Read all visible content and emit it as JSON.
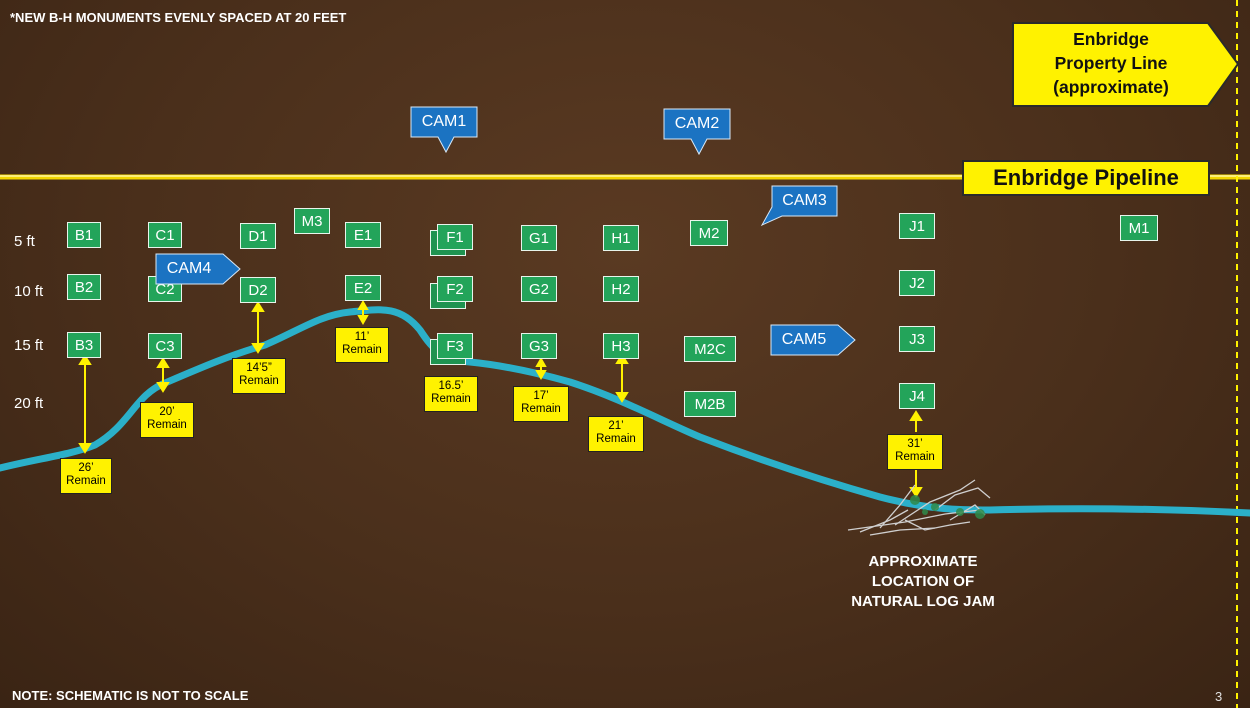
{
  "notes": {
    "top": "*NEW B-H MONUMENTS EVENLY SPACED AT 20 FEET",
    "bottom": "NOTE: SCHEMATIC IS NOT TO SCALE"
  },
  "property_line": {
    "label_lines": [
      "Enbridge",
      "Property Line",
      "(approximate)"
    ]
  },
  "pipeline": {
    "label": "Enbridge Pipeline"
  },
  "depths": [
    "5 ft",
    "10 ft",
    "15 ft",
    "20 ft"
  ],
  "monuments": {
    "B1": "B1",
    "B2": "B2",
    "B3": "B3",
    "C1": "C1",
    "C2": "C2",
    "C3": "C3",
    "D1": "D1",
    "D2": "D2",
    "M3": "M3",
    "E1": "E1",
    "E2": "E2",
    "F1": "F1",
    "F2": "F2",
    "F3": "F3",
    "G1": "G1",
    "G2": "G2",
    "G3": "G3",
    "H1": "H1",
    "H2": "H2",
    "H3": "H3",
    "M2": "M2",
    "M2C": "M2C",
    "M2B": "M2B",
    "J1": "J1",
    "J2": "J2",
    "J3": "J3",
    "J4": "J4",
    "M1": "M1"
  },
  "cameras": {
    "cam1": "CAM1",
    "cam2": "CAM2",
    "cam3": "CAM3",
    "cam4": "CAM4",
    "cam5": "CAM5"
  },
  "remains": {
    "b": {
      "dist": "26’",
      "word": "Remain"
    },
    "c": {
      "dist": "20’",
      "word": "Remain"
    },
    "d": {
      "dist": "14’5”",
      "word": "Remain"
    },
    "e": {
      "dist": "11’",
      "word": "Remain"
    },
    "f": {
      "dist": "16.5’",
      "word": "Remain"
    },
    "g": {
      "dist": "17’",
      "word": "Remain"
    },
    "h": {
      "dist": "21’",
      "word": "Remain"
    },
    "j": {
      "dist": "31’",
      "word": "Remain"
    }
  },
  "log_jam": {
    "lines": [
      "APPROXIMATE",
      "LOCATION OF",
      "NATURAL LOG JAM"
    ]
  },
  "page_number": "3",
  "colors": {
    "background": "#4a2f1b",
    "monument": "#23a45a",
    "camera": "#1b73c2",
    "label_yellow": "#fff200",
    "river": "#2bb0c9",
    "pipeline": "#f2d600"
  }
}
